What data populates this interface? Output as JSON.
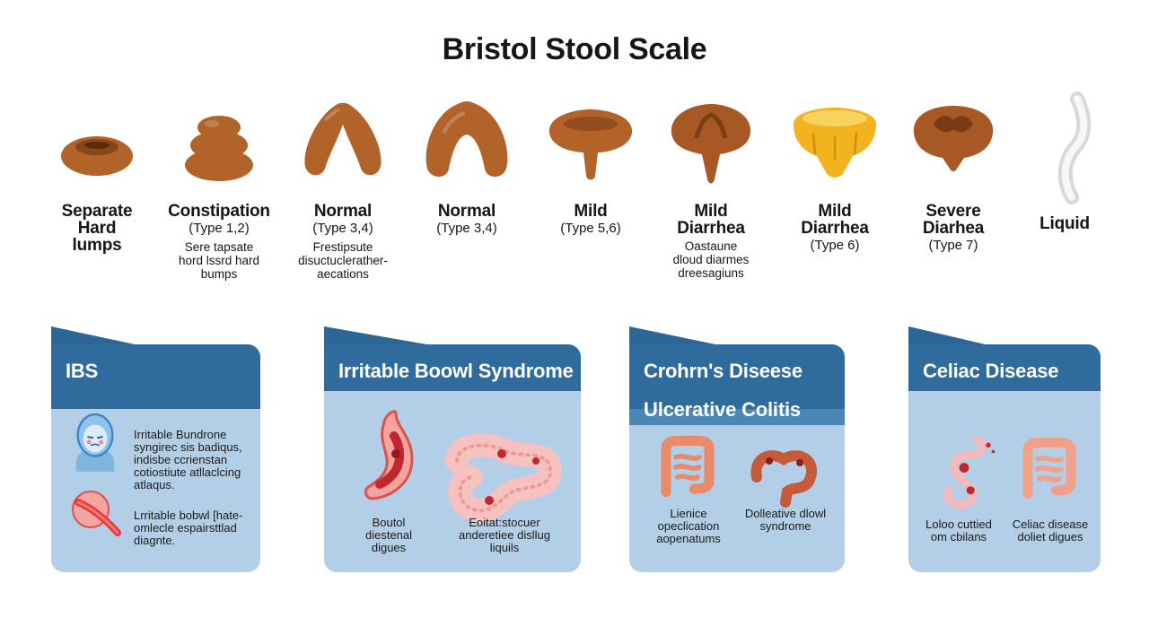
{
  "title": "Bristol Stool Scale",
  "types": [
    {
      "label": "Separate\nHard\nlumps",
      "sub": "",
      "desc": "",
      "color": "#b2632a"
    },
    {
      "label": "Constipation",
      "sub": "(Type 1,2)",
      "desc": "Sere tapsate\nhord lssrd hard\nbumps",
      "color": "#b2632a"
    },
    {
      "label": "Normal",
      "sub": "(Type 3,4)",
      "desc": "Frestipsute\ndisuctuclerather-\naecations",
      "color": "#b2632a"
    },
    {
      "label": "Normal",
      "sub": "(Type 3,4)",
      "desc": "",
      "color": "#b2632a"
    },
    {
      "label": "Mild",
      "sub": "(Type 5,6)",
      "desc": "",
      "color": "#b2632a"
    },
    {
      "label": "Mild\nDiarrhea",
      "sub": "",
      "desc": "Oastaune\ndloud diarmes\ndreesagiuns",
      "color": "#a85824"
    },
    {
      "label": "Mild\nDiarrhea",
      "sub": "(Type 6)",
      "desc": "",
      "color": "#f2b320"
    },
    {
      "label": "Severe\nDiarhea",
      "sub": "(Type 7)",
      "desc": "",
      "color": "#a85824"
    },
    {
      "label": "Liquid",
      "sub": "",
      "desc": "",
      "color": "#e6e6e6"
    }
  ],
  "cards": [
    {
      "title": "IBS",
      "text1": "Irritable Bundrone\nsyngirec sis badiqus,\nindisbe ccrienstan\ncotiostiute atllaclcing\natlaqus.",
      "text2": "Lrritable bobwl [hate-\nomlecle espairsttlad\ndiagnte."
    },
    {
      "title": "Irritable Boowl Syndrome",
      "text1": "Boutol\ndiestenal\ndigues",
      "text2": "Eoitat:stocuer\nanderetiee disllug\nliquils"
    },
    {
      "title": "Crohrn's Diseese",
      "title2": "Ulcerative Colitis",
      "text1": "Lienice\nopeclication\naopenatums",
      "text2": "Dolleative dlowl\nsyndrome"
    },
    {
      "title": "Celiac Disease",
      "text1": "Loloo cuttied\nom cbilans",
      "text2": "Celiac disease\ndoliet digues"
    }
  ]
}
